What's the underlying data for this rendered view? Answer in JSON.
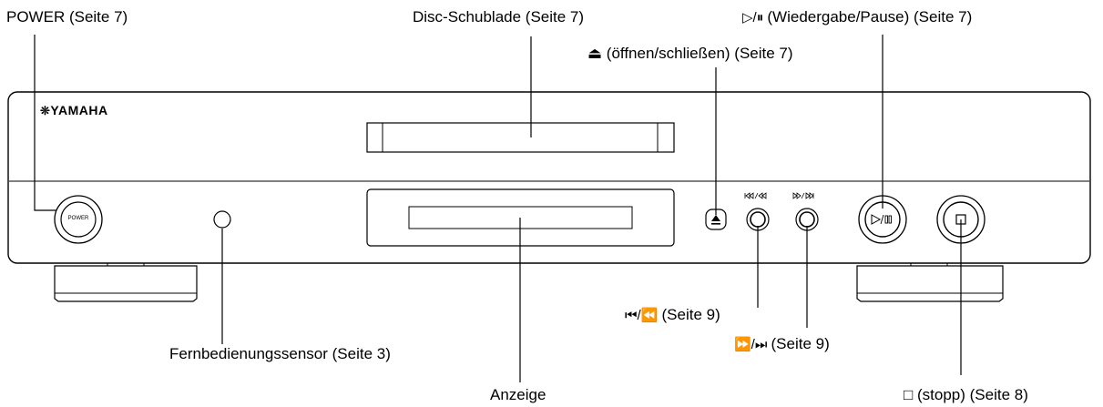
{
  "brand": "YAMAHA",
  "buttons": {
    "power_label": "POWER",
    "play_pause_symbol": "▷/⏸",
    "skip_back_symbol": "⏮/⏪",
    "skip_fwd_symbol": "⏩/⏭"
  },
  "callouts": {
    "power": "POWER (Seite 7)",
    "disc_tray": "Disc-Schublade (Seite 7)",
    "play_pause_text": "(Wiedergabe/Pause) (Seite 7)",
    "eject_text": "(öffnen/schließen) (Seite 7)",
    "skip_back_text": "(Seite 9)",
    "skip_fwd_text": "(Seite 9)",
    "remote_sensor": "Fernbedienungssensor (Seite 3)",
    "display": "Anzeige",
    "stop_text": "(stopp) (Seite 8)"
  }
}
